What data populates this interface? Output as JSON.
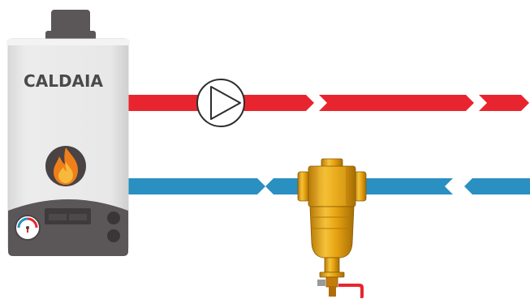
{
  "boiler": {
    "label": "CALDAIA"
  },
  "pipes": {
    "supply_color": "#e8252e",
    "return_color": "#2a8fc1"
  },
  "components": {
    "pump": "circulation-pump",
    "filter": "dirt-separator-filter",
    "gauge": "pressure-gauge",
    "flame": "flame-icon"
  },
  "colors": {
    "boiler_body": "#e6e6e6",
    "boiler_panel": "#5b5657",
    "brass": "#e9a718",
    "flame_bg": "#4a4343",
    "flame_outer": "#f07f1a",
    "flame_inner": "#f6b93b"
  }
}
